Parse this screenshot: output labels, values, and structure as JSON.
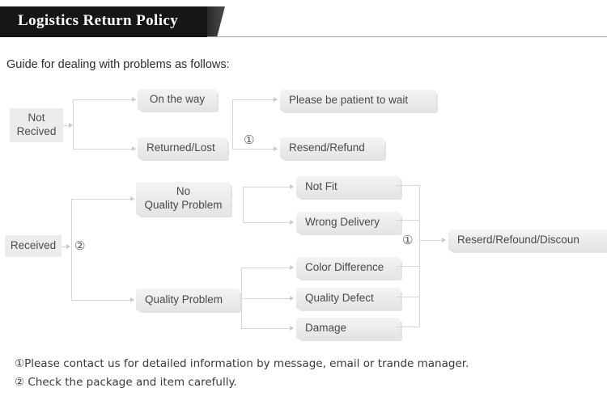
{
  "header": {
    "title": "Logistics Return Policy"
  },
  "intro": "Guide for dealing with problems as follows:",
  "diagram": {
    "nodes": {
      "not_received": "Not\nRecived",
      "on_the_way": "On the way",
      "returned_lost": "Returned/Lost",
      "please_wait": "Please be patient to wait",
      "resend_refund": "Resend/Refund",
      "received": "Received",
      "no_quality_problem": "No\nQuality Problem",
      "quality_problem": "Quality Problem",
      "not_fit": "Not Fit",
      "wrong_delivery": "Wrong Delivery",
      "color_difference": "Color Difference",
      "quality_defect": "Quality Defect",
      "damage": "Damage",
      "final_outcome": "Reserd/Refound/Discoun"
    },
    "markers": {
      "m1_top": "①",
      "m2_received": "②",
      "m1_bottom": "①"
    }
  },
  "notes": [
    "①Please contact us for detailed information by message, email or trande manager.",
    "② Check the package and item carefully."
  ],
  "colors": {
    "header_bar": "#161616",
    "box_fill": "#ececec",
    "line": "#d6d6d6",
    "text": "#4a4a4a"
  }
}
